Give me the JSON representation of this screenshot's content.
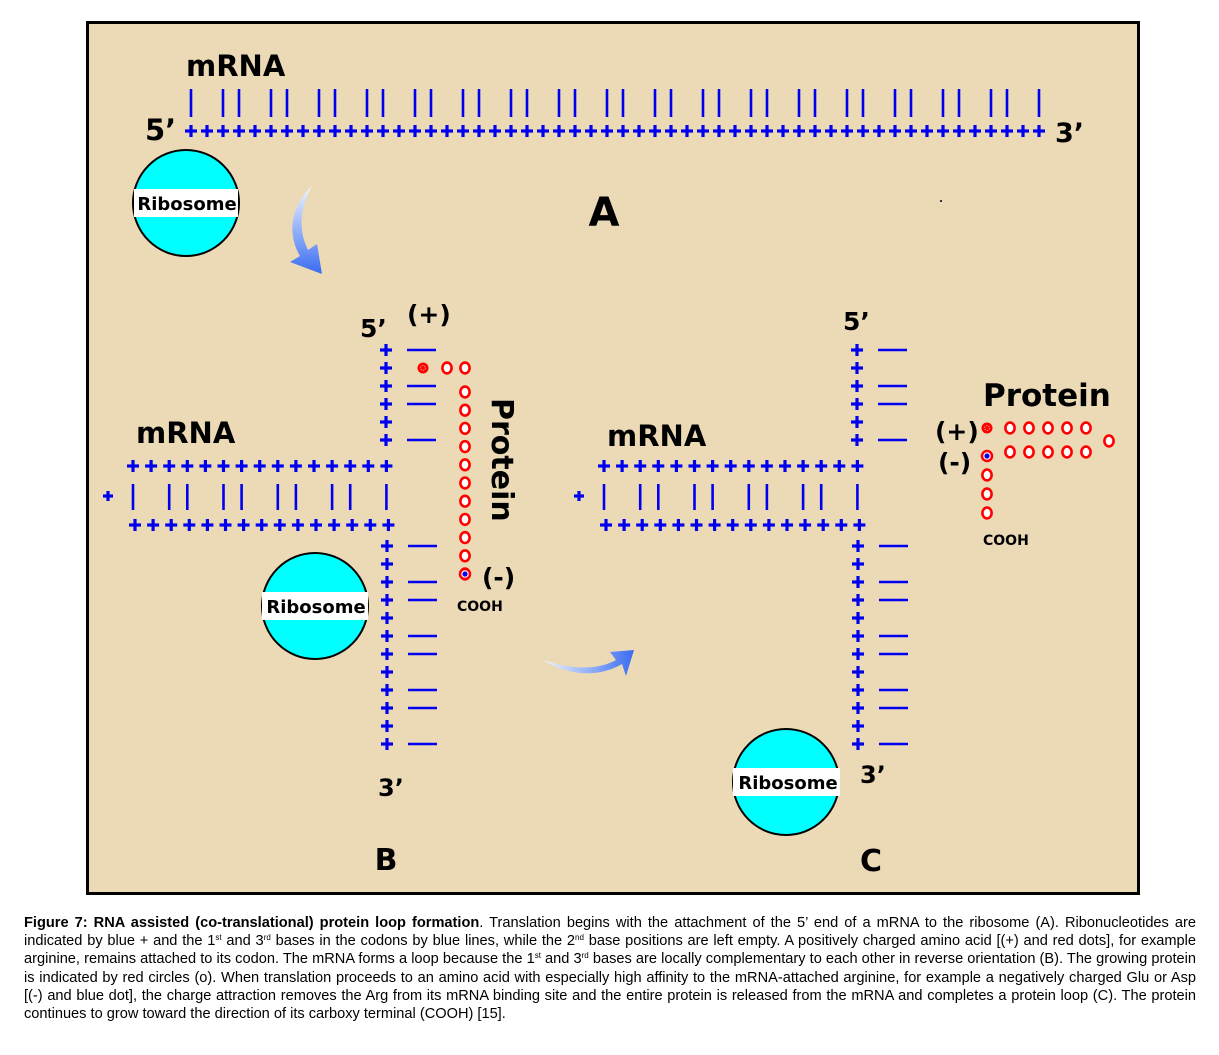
{
  "colors": {
    "background": "#ecdab7",
    "nucleotide": "#0000ee",
    "protein": "#ff0000",
    "ribosome": "#00ffff",
    "arrow": "#4a7cf5"
  },
  "panel_a": {
    "panel_label": "A",
    "mrna_label": "mRNA",
    "five_prime": "5’",
    "three_prime": "3’",
    "ribosome_label": "Ribosome",
    "plus_count": 54,
    "codon_lines": "1,3 of each codon"
  },
  "panel_b": {
    "panel_label": "B",
    "mrna_label": "mRNA",
    "five_prime": "5’",
    "three_prime": "3’",
    "plus_charge": "(+)",
    "minus_charge": "(-)",
    "protein_label": "Protein",
    "cooh_label": "COOH",
    "ribosome_label": "Ribosome"
  },
  "panel_c": {
    "panel_label": "C",
    "mrna_label": "mRNA",
    "five_prime": "5’",
    "three_prime": "3’",
    "plus_charge": "(+)",
    "minus_charge": "(-)",
    "protein_label": "Protein",
    "cooh_label": "COOH",
    "ribosome_label": "Ribosome"
  },
  "caption": {
    "title": "Figure 7: RNA assisted (co-translational) protein loop formation",
    "segments": [
      ". Translation begins with the attachment of the 5’ end of a mRNA to the ribosome (A). Ribonucleotides are indicated by blue + and the 1",
      "st",
      " and 3",
      "rd",
      " bases in the codons by blue lines, while the 2",
      "nd",
      " base positions are left empty. A positively charged amino acid [(+) and red dots], for example arginine, remains attached to its codon. The mRNA forms a loop because the 1",
      "st",
      " and 3",
      "rd",
      " bases are locally complementary to each other in reverse orientation (B). The growing protein is indicated by red circles (o). When translation proceeds to an amino acid with especially high affinity to the mRNA-attached arginine, for example a negatively charged Glu or Asp [(-) and blue dot], the charge attraction removes the Arg from its mRNA binding site and the entire protein is released from the mRNA and completes a protein loop (C). The protein continues to grow toward the direction of its carboxy terminal (COOH) [15]."
    ]
  }
}
